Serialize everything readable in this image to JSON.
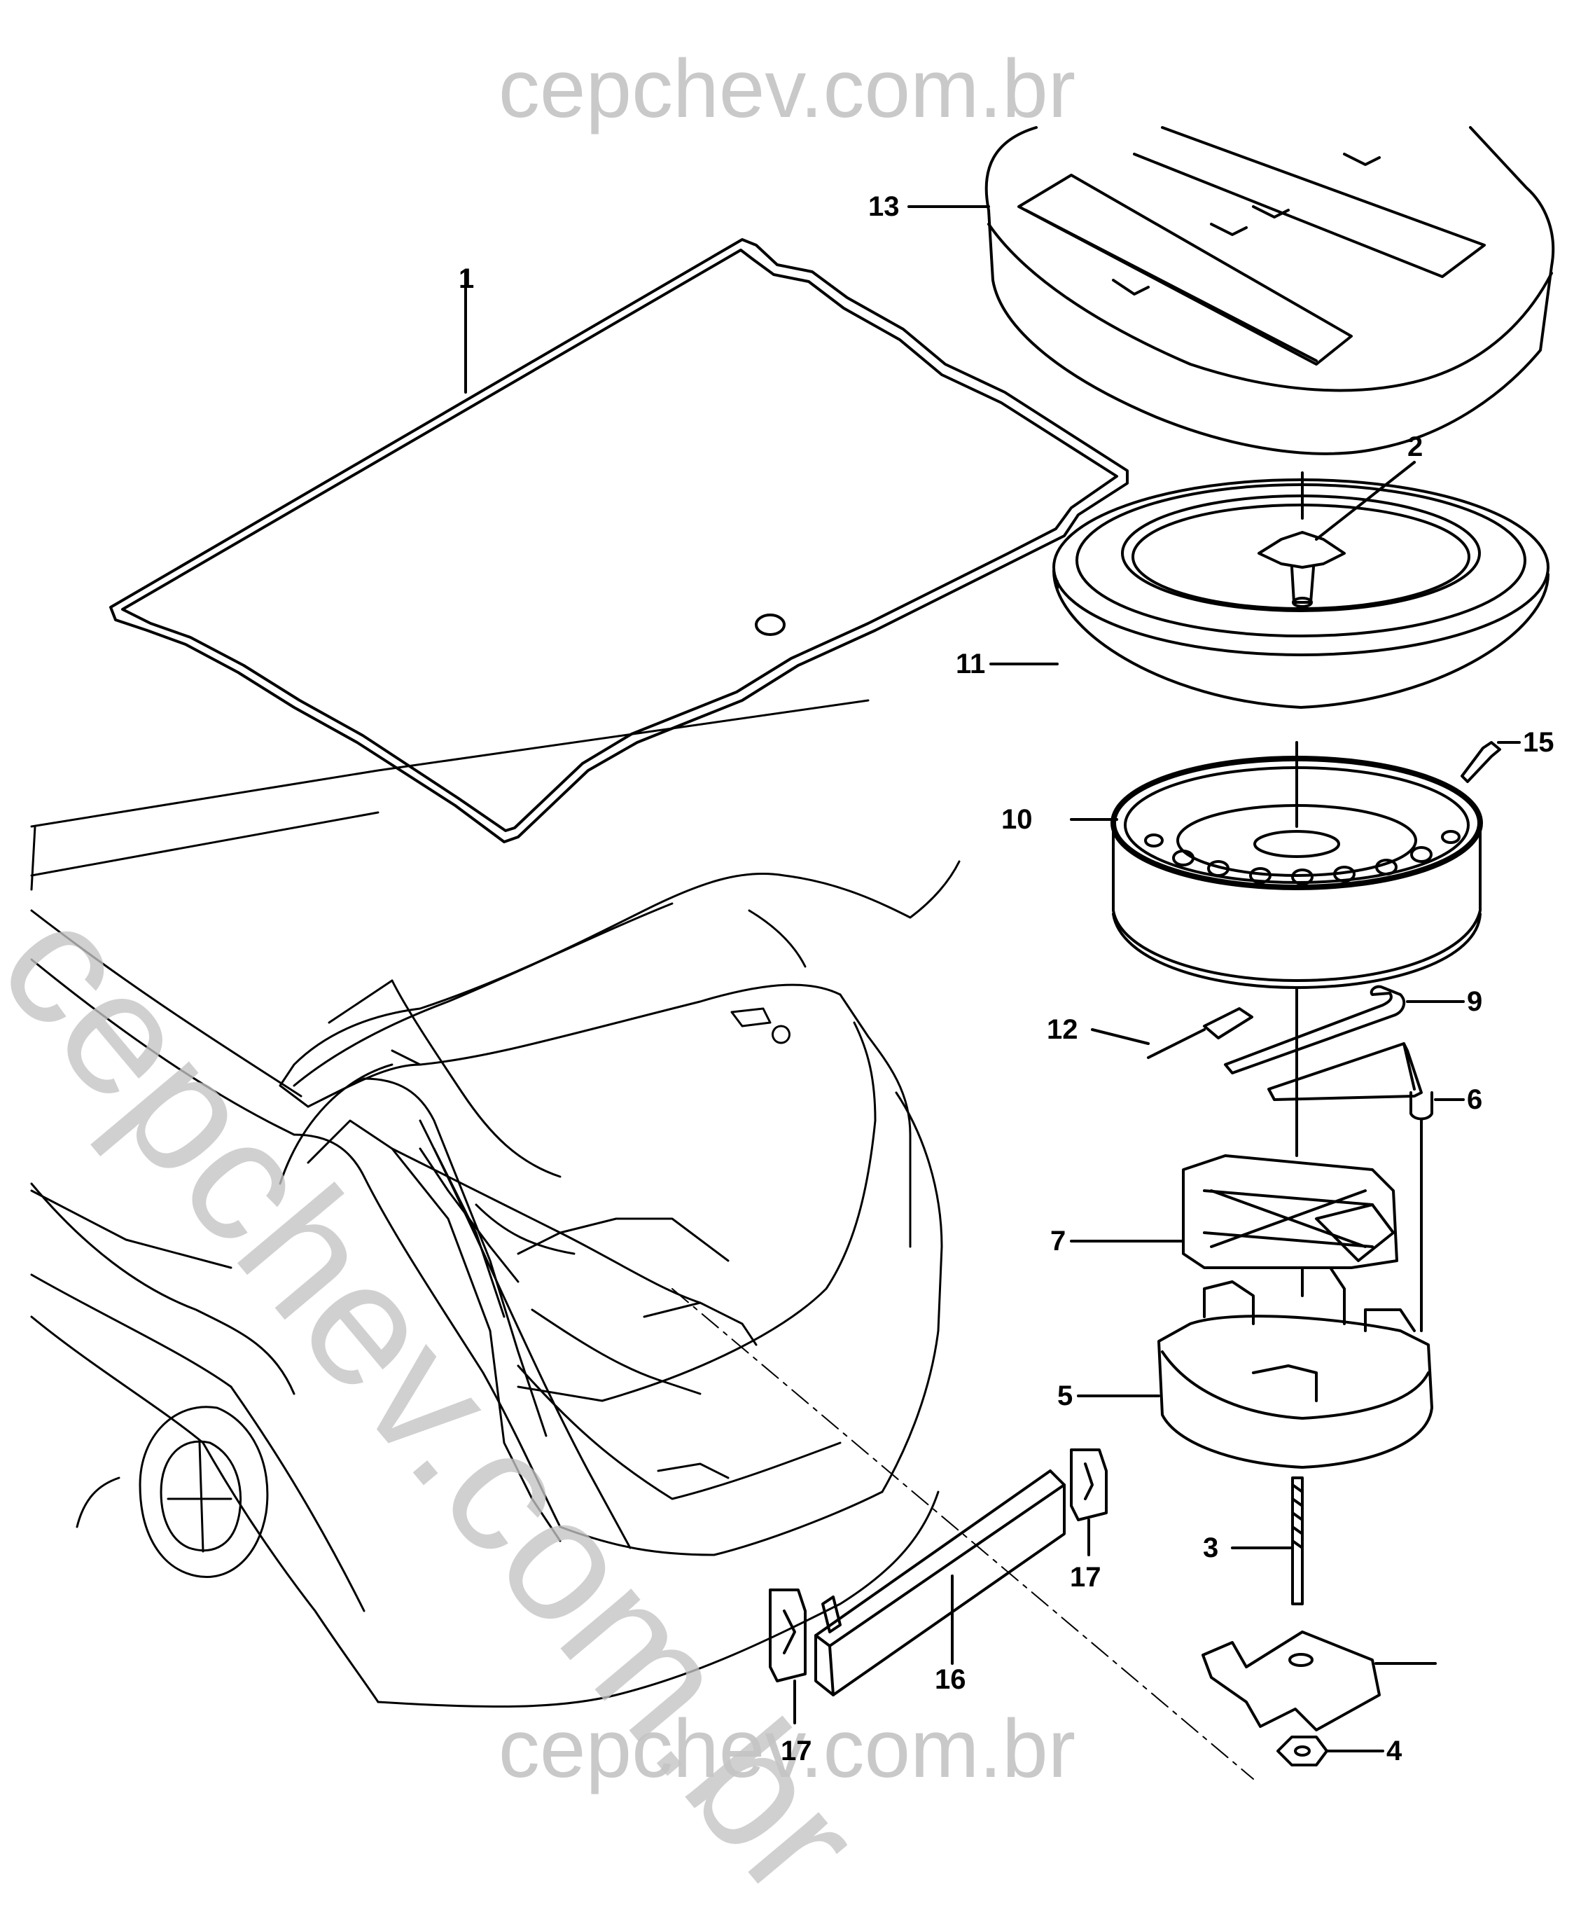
{
  "watermark": {
    "site": "cepchev.com.br"
  },
  "callouts": {
    "c1": "1",
    "c2": "2",
    "c3": "3",
    "c4": "4",
    "c5": "5",
    "c6": "6",
    "c7": "7",
    "c9": "9",
    "c10": "10",
    "c11": "11",
    "c12": "12",
    "c13": "13",
    "c15": "15",
    "c16": "16",
    "c17a": "17",
    "c17b": "17"
  }
}
